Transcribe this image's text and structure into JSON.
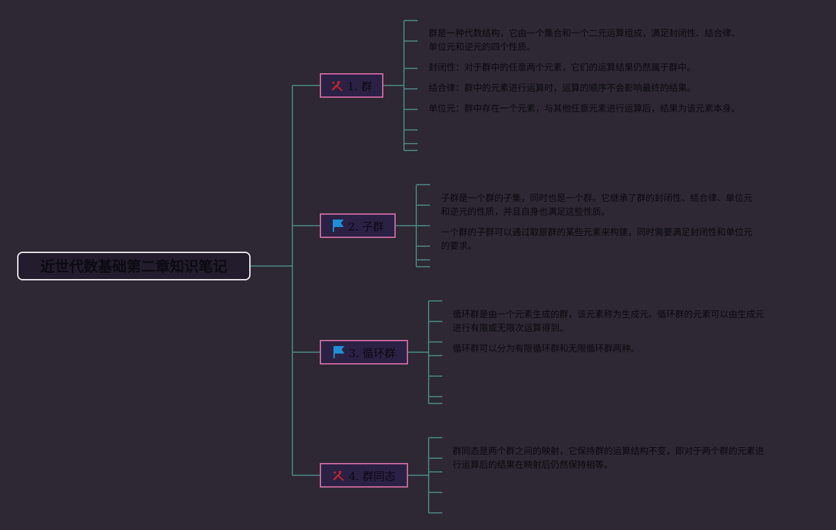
{
  "root": {
    "title": "近世代数基础第二章知识笔记"
  },
  "colors": {
    "background": "#2d2833",
    "connector": "#4f8f8c",
    "topic_border": "#c9679e",
    "topic_fill": "#2a2144",
    "root_border": "#e9e6ee",
    "text": "#0c0a12",
    "flag_icon": "#1e8fd6",
    "tools_icon": "#c0272d"
  },
  "topics": [
    {
      "label": "1. 群",
      "icon": "tools-icon",
      "notes": [
        [
          "群是一种代数结构，它由一个集合和一个二元运算组成，满足封闭性、结合律、",
          "单位元和逆元的四个性质。"
        ],
        [
          "封闭性：对于群中的任意两个元素，它们的运算结果仍然属于群中。"
        ],
        [
          "结合律：群中的元素进行运算时，运算的顺序不会影响最终的结果。"
        ],
        [
          "单位元：群中存在一个元素，与其他任意元素进行运算后，结果为该元素本身。"
        ]
      ]
    },
    {
      "label": "2. 子群",
      "icon": "flag-icon",
      "notes": [
        [
          "子群是一个群的子集，同时也是一个群。它继承了群的封闭性、结合律、单位元",
          "和逆元的性质，并且自身也满足这些性质。"
        ],
        [
          "一个群的子群可以通过取原群的某些元素来构建，同时需要满足封闭性和单位元",
          "的要求。"
        ]
      ]
    },
    {
      "label": "3. 循环群",
      "icon": "flag-icon",
      "notes": [
        [
          "循环群是由一个元素生成的群，该元素称为生成元。循环群的元素可以由生成元",
          "进行有限或无限次运算得到。"
        ],
        [
          "循环群可以分为有限循环群和无限循环群两种。"
        ]
      ]
    },
    {
      "label": "4. 群同态",
      "icon": "tools-icon",
      "notes": [
        [
          "群同态是两个群之间的映射，它保持群的运算结构不变，即对于两个群的元素进",
          "行运算后的结果在映射后仍然保持相等。"
        ]
      ]
    }
  ]
}
